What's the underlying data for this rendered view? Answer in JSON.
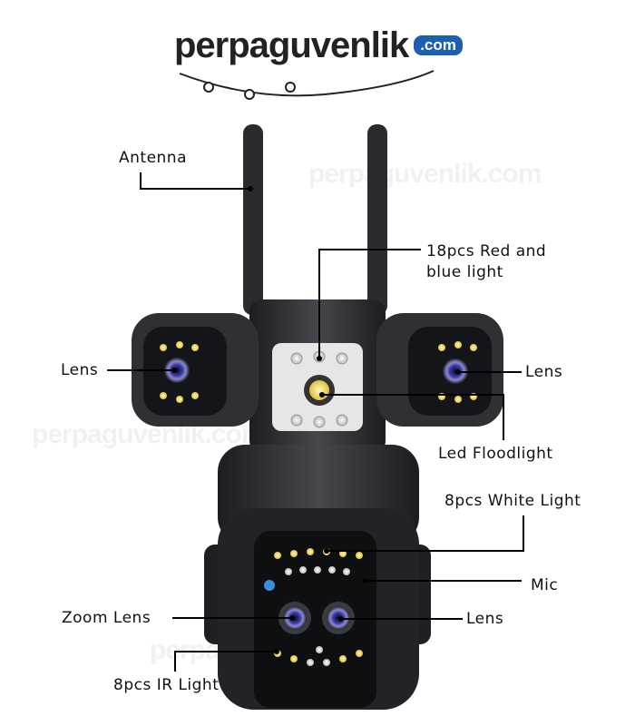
{
  "logo": {
    "name": "perpaguvenlik",
    "tld": ".com",
    "accent": "#1f5fb0"
  },
  "watermark": "perpaguvenlik.com",
  "labels": {
    "antenna": "Antenna",
    "red_blue_1": "18pcs Red and",
    "red_blue_2": "blue light",
    "lens_left": "Lens",
    "lens_right": "Lens",
    "floodlight": "Led Floodlight",
    "white_light": "8pcs White Light",
    "mic": "Mic",
    "zoom_lens": "Zoom Lens",
    "lens_bottom": "Lens",
    "ir_light": "8pcs IR Light"
  }
}
